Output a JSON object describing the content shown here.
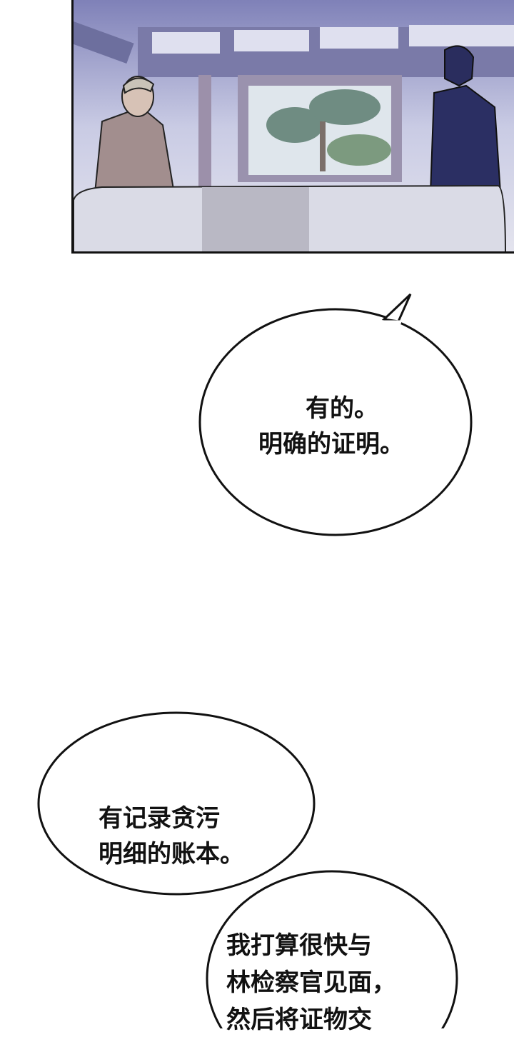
{
  "panel": {
    "description_colors": {
      "sky_tint": "#c9cbe6",
      "wall": "#e8e8f2",
      "beam": "#8d8aae",
      "table": "#dcdce6",
      "dark_shirt": "#2a2d5e",
      "coat": "#a08c8c"
    }
  },
  "bubbles": [
    {
      "lines": [
        "有的。",
        "明确的证明。"
      ]
    },
    {
      "lines": [
        "有记录贪污",
        "明细的账本。"
      ]
    },
    {
      "lines": [
        "我打算很快与",
        "林检察官见面，",
        "然后将证物交"
      ]
    }
  ]
}
